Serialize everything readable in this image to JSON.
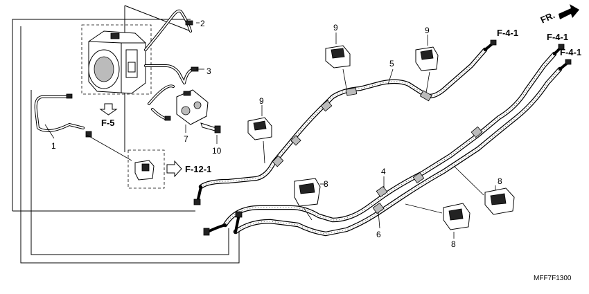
{
  "parts": [
    {
      "id": "1",
      "label": "1"
    },
    {
      "id": "2",
      "label": "2"
    },
    {
      "id": "3",
      "label": "3"
    },
    {
      "id": "4",
      "label": "4"
    },
    {
      "id": "5",
      "label": "5"
    },
    {
      "id": "6",
      "label": "6"
    },
    {
      "id": "7",
      "label": "7"
    },
    {
      "id": "8a",
      "label": "8"
    },
    {
      "id": "8b",
      "label": "8"
    },
    {
      "id": "8c",
      "label": "8"
    },
    {
      "id": "9a",
      "label": "9"
    },
    {
      "id": "9b",
      "label": "9"
    },
    {
      "id": "9c",
      "label": "9"
    },
    {
      "id": "10",
      "label": "10"
    }
  ],
  "refs": [
    {
      "id": "f41a",
      "label": "F-4-1"
    },
    {
      "id": "f41b",
      "label": "F-4-1"
    },
    {
      "id": "f41c",
      "label": "F-4-1"
    },
    {
      "id": "f5",
      "label": "F-5"
    },
    {
      "id": "f121",
      "label": "F-12-1"
    }
  ],
  "front": "FR.",
  "diagram_code": "MFF7F1300"
}
